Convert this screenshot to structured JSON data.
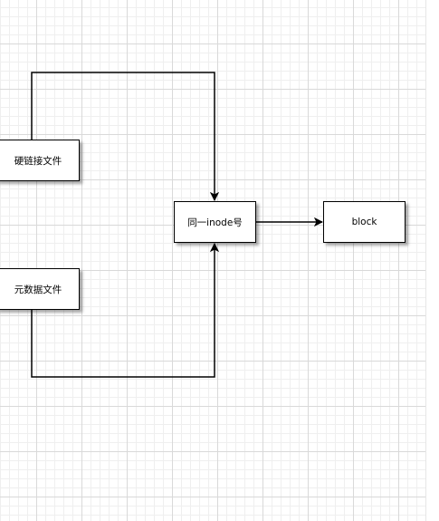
{
  "nodes": {
    "hardlink": {
      "label": "硬链接文件"
    },
    "metadata": {
      "label": "元数据文件"
    },
    "inode": {
      "label": "同一inode号"
    },
    "block": {
      "label": "block"
    }
  },
  "colors": {
    "stroke": "#000000",
    "node_fill": "#ffffff",
    "grid_major": "#d9d9d9",
    "grid_minor": "#efefef"
  }
}
